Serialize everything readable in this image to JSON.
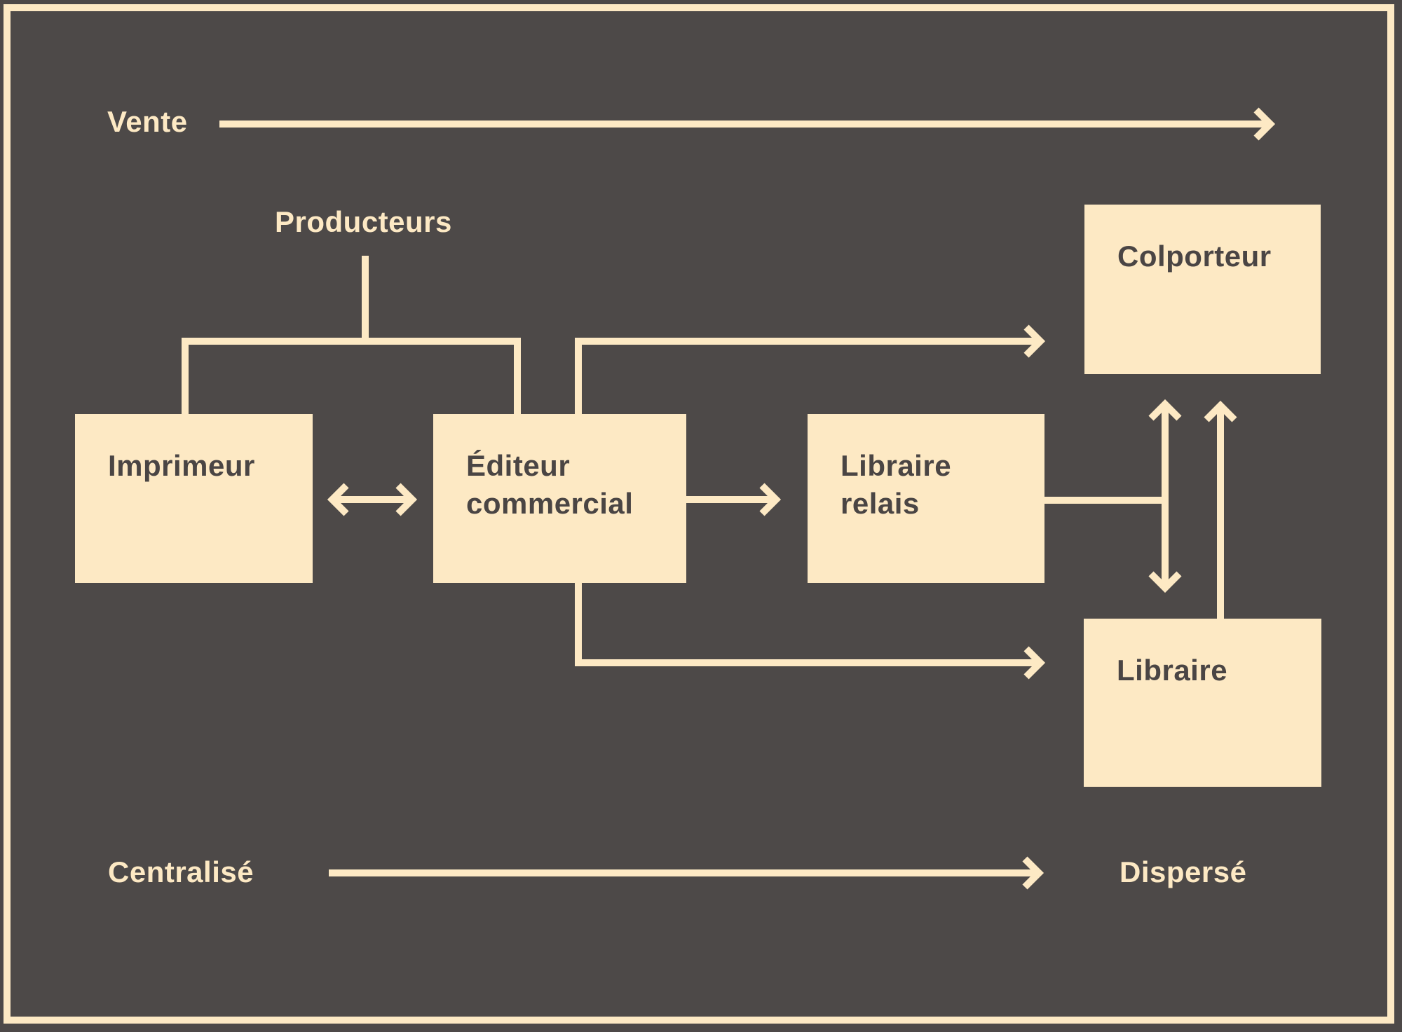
{
  "colors": {
    "background": "#4d4948",
    "accent": "#fde9c4",
    "box_text": "#4a4544"
  },
  "axes": {
    "top": {
      "label": "Vente",
      "direction": "left-to-right"
    },
    "bottom": {
      "start_label": "Centralisé",
      "end_label": "Dispersé"
    }
  },
  "group": {
    "label": "Producteurs",
    "members": [
      "imprimeur",
      "editeur"
    ]
  },
  "nodes": {
    "imprimeur": {
      "lines": [
        "Imprimeur"
      ]
    },
    "editeur": {
      "lines": [
        "Éditeur",
        "commercial"
      ]
    },
    "libraire_relais": {
      "lines": [
        "Libraire",
        "relais"
      ]
    },
    "colporteur": {
      "lines": [
        "Colporteur"
      ]
    },
    "libraire": {
      "lines": [
        "Libraire"
      ]
    }
  },
  "edges": [
    {
      "from": "imprimeur",
      "to": "editeur",
      "type": "bidirectional"
    },
    {
      "from": "editeur",
      "to": "libraire_relais",
      "type": "directed"
    },
    {
      "from": "editeur",
      "to": "colporteur",
      "type": "directed"
    },
    {
      "from": "editeur",
      "to": "libraire",
      "type": "directed"
    },
    {
      "from": "libraire_relais",
      "to": "colporteur",
      "type": "directed"
    },
    {
      "from": "libraire_relais",
      "to": "libraire",
      "type": "directed"
    },
    {
      "from": "libraire",
      "to": "colporteur",
      "type": "directed"
    }
  ]
}
